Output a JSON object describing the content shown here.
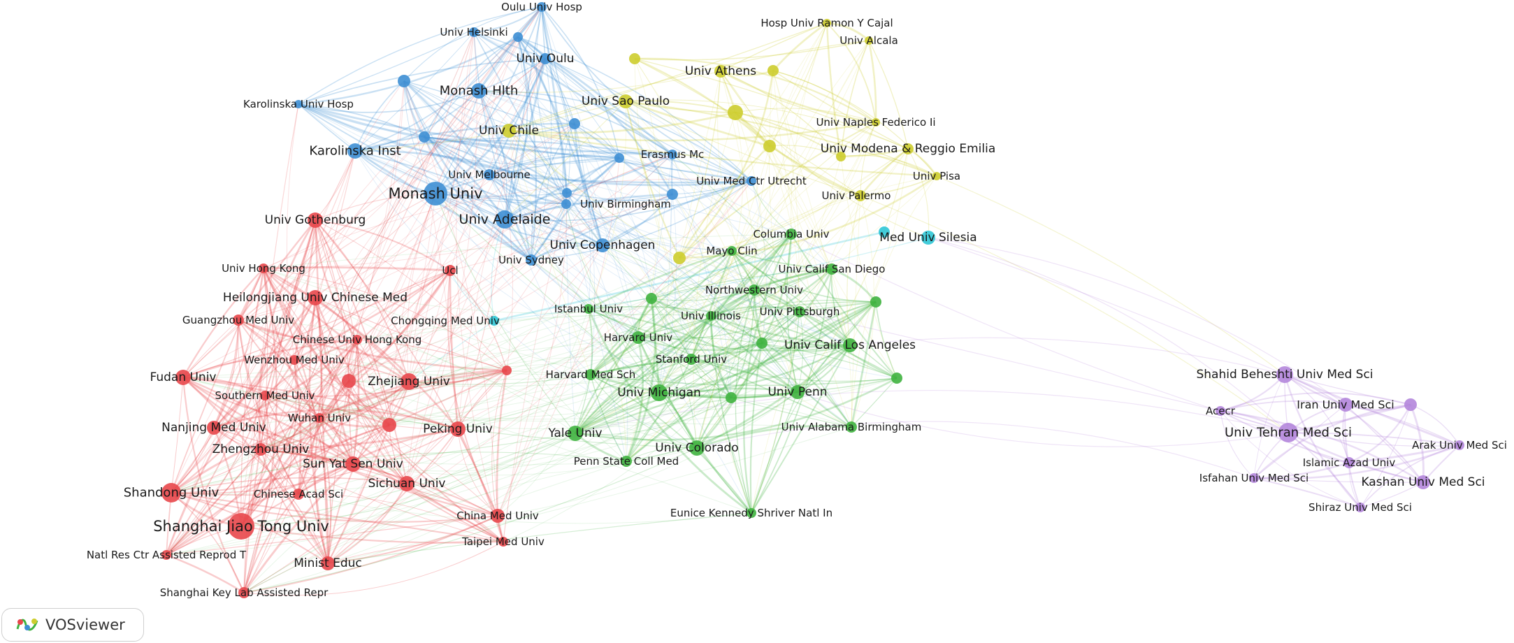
{
  "colors": {
    "red": "#e8474b",
    "blue": "#3e8fd4",
    "yellow": "#cdcd2e",
    "green": "#3fb23f",
    "cyan": "#2fc6d6",
    "purple": "#b486dc"
  },
  "brand": {
    "label": "VOSviewer",
    "icon": "vosviewer-logo-icon"
  },
  "network": {
    "nodes": [
      {
        "id": "oulu_hosp",
        "label": "Oulu Univ Hosp",
        "c": "blue"
      },
      {
        "id": "helsinki",
        "label": "Univ Helsinki",
        "c": "blue"
      },
      {
        "id": "oulu",
        "label": "Univ Oulu",
        "c": "blue"
      },
      {
        "id": "monash_hlth",
        "label": "Monash Hlth",
        "c": "blue"
      },
      {
        "id": "karolinska_hosp",
        "label": "Karolinska Univ Hosp",
        "c": "blue"
      },
      {
        "id": "karolinska_inst",
        "label": "Karolinska Inst",
        "c": "blue"
      },
      {
        "id": "monash",
        "label": "Monash Univ",
        "c": "blue"
      },
      {
        "id": "melbourne",
        "label": "Univ Melbourne",
        "c": "blue"
      },
      {
        "id": "adelaide",
        "label": "Univ Adelaide",
        "c": "blue"
      },
      {
        "id": "birmingham",
        "label": "Univ Birmingham",
        "c": "blue"
      },
      {
        "id": "erasmus",
        "label": "Erasmus Mc",
        "c": "blue"
      },
      {
        "id": "utrecht",
        "label": "Univ Med Ctr Utrecht",
        "c": "blue"
      },
      {
        "id": "copenhagen",
        "label": "Univ Copenhagen",
        "c": "blue"
      },
      {
        "id": "sydney",
        "label": "Univ Sydney",
        "c": "blue"
      },
      {
        "id": "b1",
        "label": "",
        "c": "blue"
      },
      {
        "id": "b2",
        "label": "",
        "c": "blue"
      },
      {
        "id": "b3",
        "label": "",
        "c": "blue"
      },
      {
        "id": "b4",
        "label": "",
        "c": "blue"
      },
      {
        "id": "b5",
        "label": "",
        "c": "blue"
      },
      {
        "id": "b6",
        "label": "",
        "c": "blue"
      },
      {
        "id": "b7",
        "label": "",
        "c": "blue"
      },
      {
        "id": "ramon",
        "label": "Hosp Univ Ramon Y Cajal",
        "c": "yellow"
      },
      {
        "id": "alcala",
        "label": "Univ Alcala",
        "c": "yellow"
      },
      {
        "id": "athens",
        "label": "Univ Athens",
        "c": "yellow"
      },
      {
        "id": "saopaulo",
        "label": "Univ Sao Paulo",
        "c": "yellow"
      },
      {
        "id": "chile",
        "label": "Univ Chile",
        "c": "yellow"
      },
      {
        "id": "naples",
        "label": "Univ Naples Federico Ii",
        "c": "yellow"
      },
      {
        "id": "modena",
        "label": "Univ Modena & Reggio Emilia",
        "c": "yellow"
      },
      {
        "id": "pisa",
        "label": "Univ Pisa",
        "c": "yellow"
      },
      {
        "id": "palermo",
        "label": "Univ Palermo",
        "c": "yellow"
      },
      {
        "id": "y1",
        "label": "",
        "c": "yellow"
      },
      {
        "id": "y2",
        "label": "",
        "c": "yellow"
      },
      {
        "id": "y3",
        "label": "",
        "c": "yellow"
      },
      {
        "id": "y4",
        "label": "",
        "c": "yellow"
      },
      {
        "id": "y5",
        "label": "",
        "c": "yellow"
      },
      {
        "id": "y6",
        "label": "",
        "c": "yellow"
      },
      {
        "id": "silesia",
        "label": "Med Univ Silesia",
        "c": "cyan"
      },
      {
        "id": "chongqing",
        "label": "Chongqing Med Univ",
        "c": "cyan"
      },
      {
        "id": "c1",
        "label": "",
        "c": "cyan"
      },
      {
        "id": "gothenburg",
        "label": "Univ Gothenburg",
        "c": "red"
      },
      {
        "id": "hongkong",
        "label": "Univ Hong Kong",
        "c": "red"
      },
      {
        "id": "ucl",
        "label": "Ucl",
        "c": "red"
      },
      {
        "id": "heilongjiang",
        "label": "Heilongjiang Univ Chinese Med",
        "c": "red"
      },
      {
        "id": "guangzhou",
        "label": "Guangzhou Med Univ",
        "c": "red"
      },
      {
        "id": "cuhk",
        "label": "Chinese Univ Hong Kong",
        "c": "red"
      },
      {
        "id": "wenzhou",
        "label": "Wenzhou Med Univ",
        "c": "red"
      },
      {
        "id": "fudan",
        "label": "Fudan Univ",
        "c": "red"
      },
      {
        "id": "zhejiang",
        "label": "Zhejiang Univ",
        "c": "red"
      },
      {
        "id": "southern",
        "label": "Southern Med Univ",
        "c": "red"
      },
      {
        "id": "wuhan",
        "label": "Wuhan Univ",
        "c": "red"
      },
      {
        "id": "nanjing",
        "label": "Nanjing Med Univ",
        "c": "red"
      },
      {
        "id": "peking",
        "label": "Peking Univ",
        "c": "red"
      },
      {
        "id": "zhengzhou",
        "label": "Zhengzhou Univ",
        "c": "red"
      },
      {
        "id": "sysu",
        "label": "Sun Yat Sen Univ",
        "c": "red"
      },
      {
        "id": "shandong",
        "label": "Shandong Univ",
        "c": "red"
      },
      {
        "id": "sichuan",
        "label": "Sichuan Univ",
        "c": "red"
      },
      {
        "id": "cas",
        "label": "Chinese Acad Sci",
        "c": "red"
      },
      {
        "id": "sjtu",
        "label": "Shanghai Jiao Tong Univ",
        "c": "red"
      },
      {
        "id": "cmu",
        "label": "China Med Univ",
        "c": "red"
      },
      {
        "id": "taipei",
        "label": "Taipei Med Univ",
        "c": "red"
      },
      {
        "id": "natl",
        "label": "Natl Res Ctr Assisted Reprod T",
        "c": "red"
      },
      {
        "id": "minist",
        "label": "Minist Educ",
        "c": "red"
      },
      {
        "id": "keylab",
        "label": "Shanghai Key Lab Assisted Repr",
        "c": "red"
      },
      {
        "id": "r1",
        "label": "",
        "c": "red"
      },
      {
        "id": "r2",
        "label": "",
        "c": "red"
      },
      {
        "id": "r3",
        "label": "",
        "c": "red"
      },
      {
        "id": "columbia",
        "label": "Columbia Univ",
        "c": "green"
      },
      {
        "id": "mayo",
        "label": "Mayo Clin",
        "c": "green"
      },
      {
        "id": "ucsd",
        "label": "Univ Calif San Diego",
        "c": "green"
      },
      {
        "id": "northwestern",
        "label": "Northwestern Univ",
        "c": "green"
      },
      {
        "id": "istanbul",
        "label": "Istanbul Univ",
        "c": "green"
      },
      {
        "id": "illinois",
        "label": "Univ Illinois",
        "c": "green"
      },
      {
        "id": "pittsburgh",
        "label": "Univ Pittsburgh",
        "c": "green"
      },
      {
        "id": "harvard",
        "label": "Harvard Univ",
        "c": "green"
      },
      {
        "id": "ucla",
        "label": "Univ Calif Los Angeles",
        "c": "green"
      },
      {
        "id": "harvardmed",
        "label": "Harvard Med Sch",
        "c": "green"
      },
      {
        "id": "stanford",
        "label": "Stanford Univ",
        "c": "green"
      },
      {
        "id": "michigan",
        "label": "Univ Michigan",
        "c": "green"
      },
      {
        "id": "penn",
        "label": "Univ Penn",
        "c": "green"
      },
      {
        "id": "yale",
        "label": "Yale Univ",
        "c": "green"
      },
      {
        "id": "alabama",
        "label": "Univ Alabama Birmingham",
        "c": "green"
      },
      {
        "id": "colorado",
        "label": "Univ Colorado",
        "c": "green"
      },
      {
        "id": "pennstate",
        "label": "Penn State Coll Med",
        "c": "green"
      },
      {
        "id": "eunice",
        "label": "Eunice Kennedy Shriver Natl In",
        "c": "green"
      },
      {
        "id": "g1",
        "label": "",
        "c": "green"
      },
      {
        "id": "g2",
        "label": "",
        "c": "green"
      },
      {
        "id": "g3",
        "label": "",
        "c": "green"
      },
      {
        "id": "g4",
        "label": "",
        "c": "green"
      },
      {
        "id": "g5",
        "label": "",
        "c": "green"
      },
      {
        "id": "beheshti",
        "label": "Shahid Beheshti Univ Med Sci",
        "c": "purple"
      },
      {
        "id": "iran",
        "label": "Iran Univ Med Sci",
        "c": "purple"
      },
      {
        "id": "acecr",
        "label": "Acecr",
        "c": "purple"
      },
      {
        "id": "tehran",
        "label": "Univ Tehran Med Sci",
        "c": "purple"
      },
      {
        "id": "arak",
        "label": "Arak Univ Med Sci",
        "c": "purple"
      },
      {
        "id": "azad",
        "label": "Islamic Azad Univ",
        "c": "purple"
      },
      {
        "id": "isfahan",
        "label": "Isfahan Univ Med Sci",
        "c": "purple"
      },
      {
        "id": "kashan",
        "label": "Kashan Univ Med Sci",
        "c": "purple"
      },
      {
        "id": "shiraz",
        "label": "Shiraz Univ Med Sci",
        "c": "purple"
      },
      {
        "id": "p1",
        "label": "",
        "c": "purple"
      }
    ]
  }
}
